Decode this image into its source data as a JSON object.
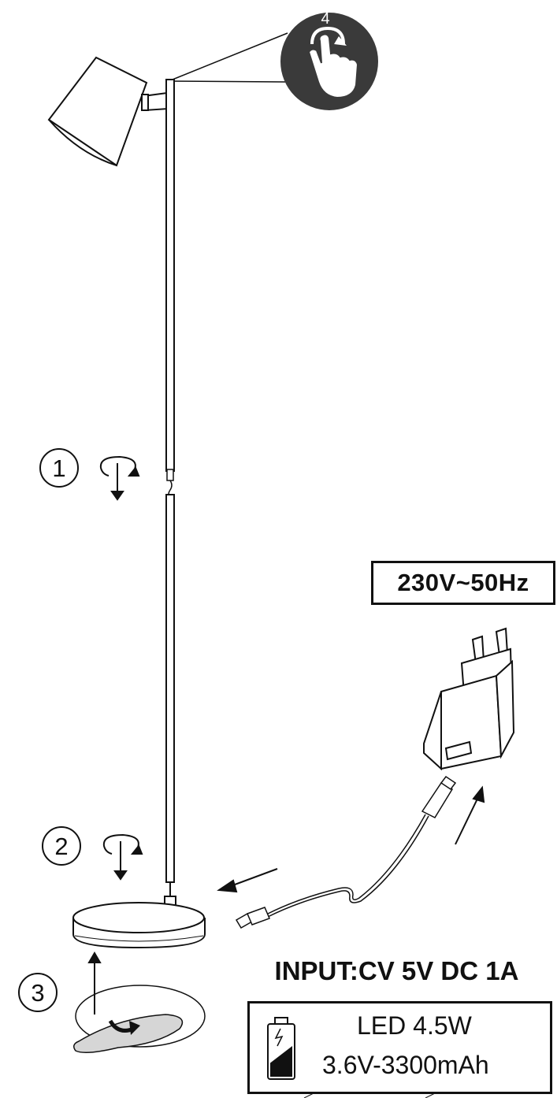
{
  "labels": {
    "step1": "1",
    "step2": "2",
    "step3": "3",
    "touch_count": "4",
    "voltage": "230V~50Hz",
    "input": "INPUT:CV 5V DC 1A",
    "led": "LED 4.5W",
    "battery": "3.6V-3300mAh"
  },
  "icons": {
    "touch": "touch-hand-icon",
    "battery": "battery-charging-icon",
    "rotate": "rotate-arrow-icon"
  },
  "colors": {
    "line": "#111111",
    "touch_circle": "#3a3a3a",
    "tape": "#d6d6d6"
  }
}
